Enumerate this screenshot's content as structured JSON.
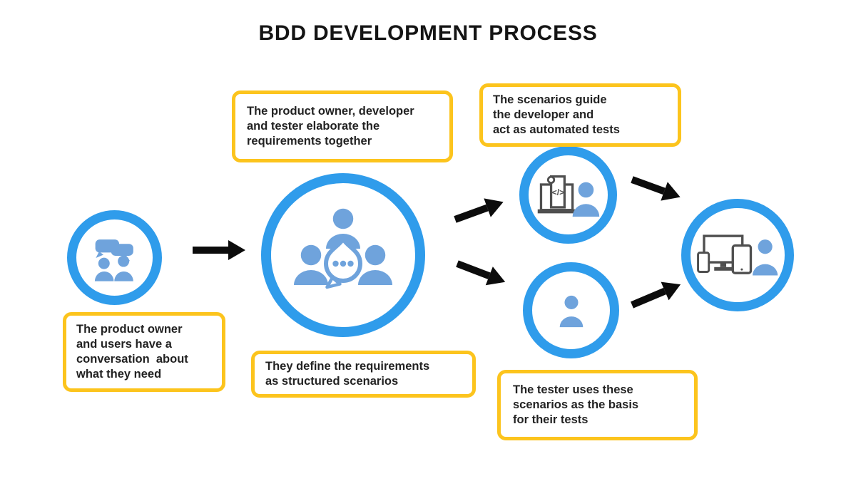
{
  "title": "BDD DEVELOPMENT PROCESS",
  "callouts": {
    "elaborate": "The product owner, developer\nand tester elaborate the\nrequirements together",
    "scenarios_guide": "The scenarios guide\nthe developer and\nact as automated tests",
    "conversation": "The product owner\nand users have a\nconversation  about\nwhat they need",
    "define_requirements": "They define the requirements\nas structured scenarios",
    "tester_uses": "The tester uses these\nscenarios as the basis\nfor their tests"
  },
  "glyphs": {
    "code": "</>"
  },
  "icons": {
    "step1": "two-people-speech-bubbles-icon",
    "step2": "three-people-discussion-bubble-icon",
    "step3": "code-scroll-with-person-icon",
    "step4": "single-person-icon",
    "step5": "devices-with-person-icon"
  },
  "colors": {
    "ring_blue": "#2F9CEB",
    "icon_blue": "#6FA3DC",
    "callout_yellow": "#FCC41D",
    "outline_gray": "#4F4F4F",
    "arrow_black": "#0C0C0C",
    "text_dark": "#222222"
  }
}
